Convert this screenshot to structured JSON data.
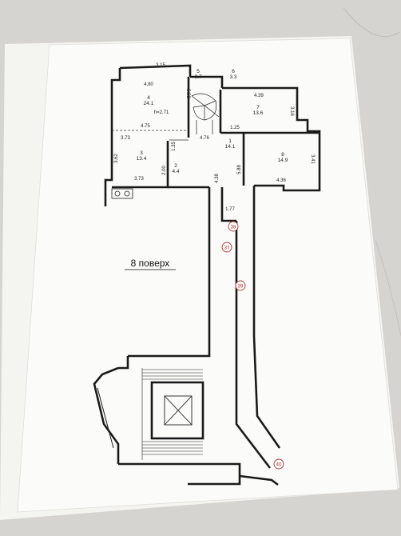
{
  "floor_label": "8 поверх",
  "colors": {
    "wall": "#1a1a1a",
    "paper": "#fbfbf9",
    "background": "#d6d4d0",
    "marker": "#b03030"
  },
  "rooms": [
    {
      "num": "4",
      "area": "24.1",
      "height": "h=2.71"
    },
    {
      "num": "5",
      "area": "0.7"
    },
    {
      "num": "6",
      "area": "3.3"
    },
    {
      "num": "7",
      "area": "13.6"
    },
    {
      "num": "1",
      "area": "14.1"
    },
    {
      "num": "8",
      "area": "14.9"
    },
    {
      "num": "3",
      "area": "13.4"
    },
    {
      "num": "2",
      "area": "4.4"
    }
  ],
  "dimensions": [
    "3.15",
    "4.80",
    "5.53",
    "4.75",
    "3.73",
    "3.62",
    "3.73",
    "1.35",
    "2.00",
    "4.76",
    "1.25",
    "4.39",
    "3.16",
    "3.41",
    "4.36",
    "4.38",
    "5.88",
    "1.77"
  ],
  "flat_markers": [
    "38",
    "37",
    "39",
    "40"
  ]
}
